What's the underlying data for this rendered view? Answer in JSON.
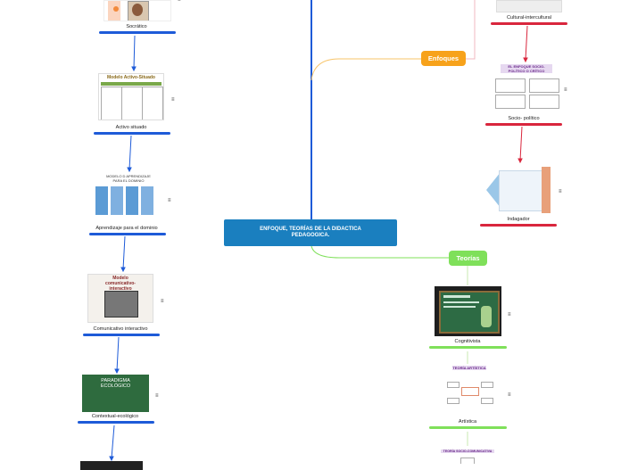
{
  "central": {
    "line1": "ENFOQUE, TEORÍAS DE LA DIDACTICA",
    "line2": "PEDAGOGICA."
  },
  "topics": {
    "enfoques": "Enfoques",
    "teorias": "Teorías"
  },
  "left_nodes": [
    {
      "label": "Socrático"
    },
    {
      "label": "Activo situado",
      "thumb_title": "Modelo Activo-Situado"
    },
    {
      "label": "Aprendizaje para el dominio",
      "thumb_title": "MODELO D APRENDIZAJE PARA EL DOMINIO"
    },
    {
      "label": "Comunicativo interactivo",
      "thumb_title": "Modelo comunicativo-interactivo"
    },
    {
      "label": "Contextual-ecológico",
      "thumb_title": "PARADIGMA ECOLÓGICO"
    }
  ],
  "enfoques_nodes": [
    {
      "label": "Cultural-intercultural"
    },
    {
      "label": "Socio- político",
      "thumb_title": "EL ENFOQUE SOCIO-POLÍTICO O CRÍTICO"
    },
    {
      "label": "Indagador"
    }
  ],
  "teorias_nodes": [
    {
      "label": "Cognitivista"
    },
    {
      "label": "Artística",
      "thumb_title": "TEORÍA ARTÍSTICA"
    },
    {
      "label": "",
      "thumb_title": "TEORÍA SOCIO-COMUNICATIVA"
    }
  ],
  "menu_glyph": "≡",
  "colors": {
    "central": "#1a7fbf",
    "enfoques": "#f7a21b",
    "teorias": "#7fe05a",
    "left_branch": "#1e5bd8",
    "enfoques_branch": "#d9263d"
  }
}
